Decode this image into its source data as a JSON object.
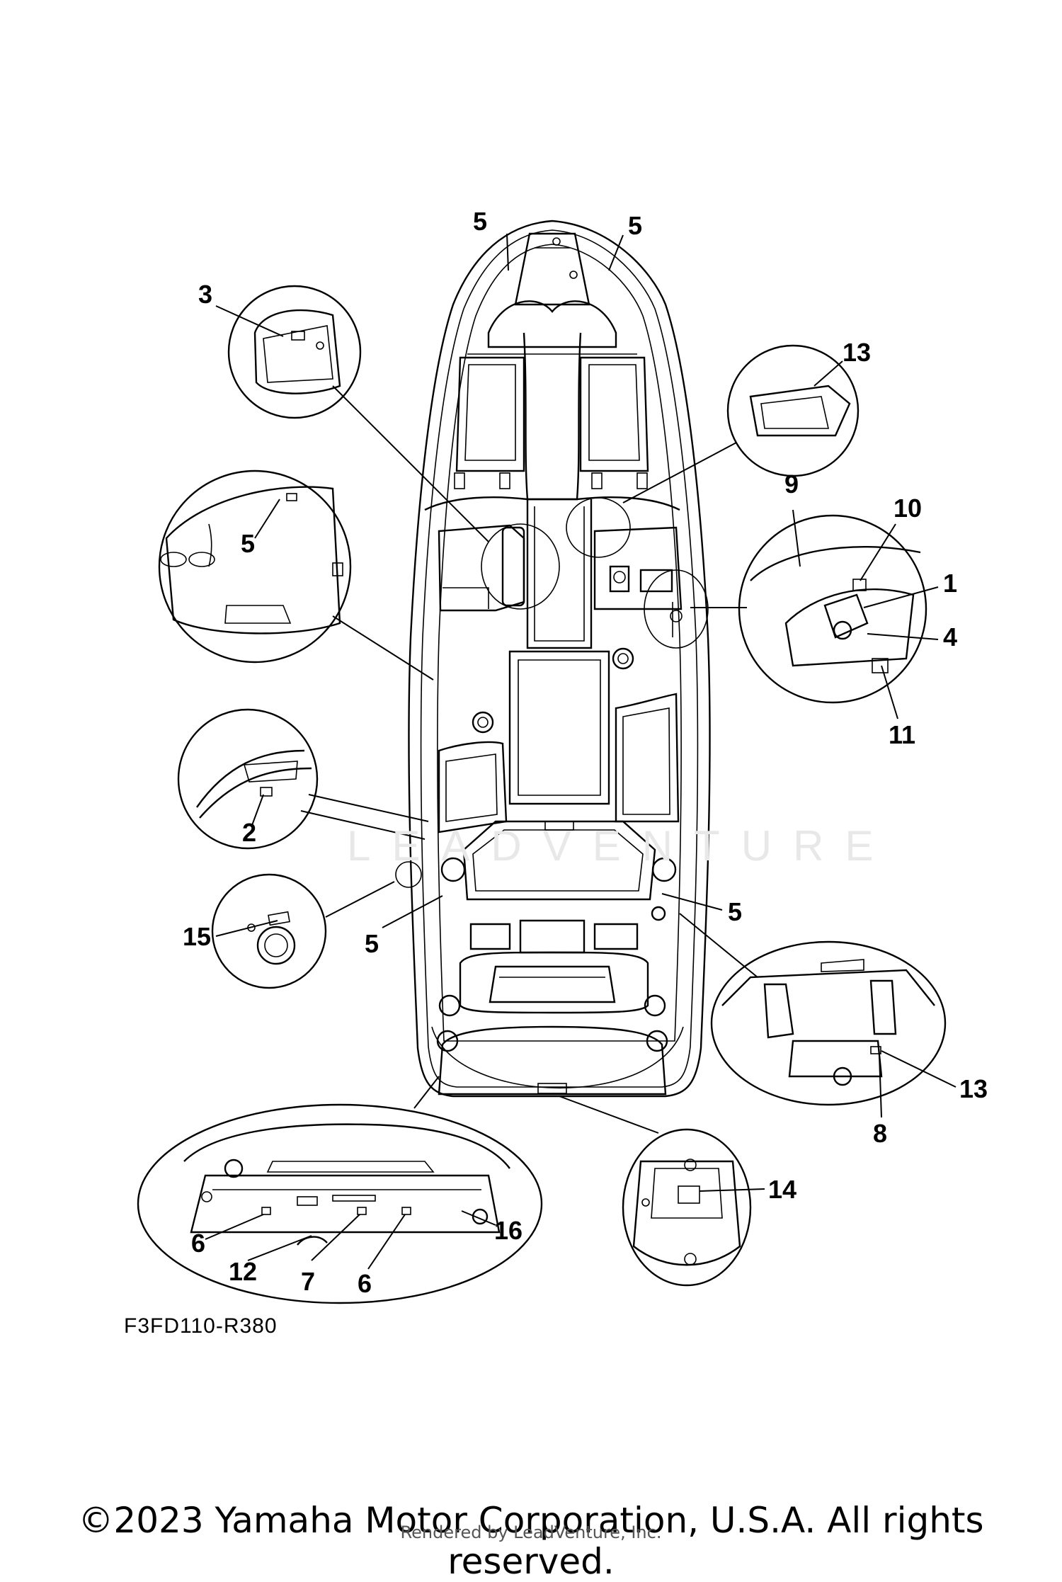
{
  "figure_code": "F3FD110-R380",
  "copyright": "©2023 Yamaha Motor Corporation, U.S.A. All rights reserved.",
  "rendered_by": "Rendered by LeadVenture, Inc.",
  "watermark": "LEADVENTURE",
  "callouts": {
    "c5a": "5",
    "c5b": "5",
    "c3": "3",
    "c13a": "13",
    "c9": "9",
    "c10": "10",
    "c1": "1",
    "c4": "4",
    "c11": "11",
    "c5c": "5",
    "c2": "2",
    "c5d": "5",
    "c15": "15",
    "c5e": "5",
    "c13b": "13",
    "c8": "8",
    "c14": "14",
    "c16": "16",
    "c6a": "6",
    "c12": "12",
    "c7": "7",
    "c6b": "6"
  }
}
